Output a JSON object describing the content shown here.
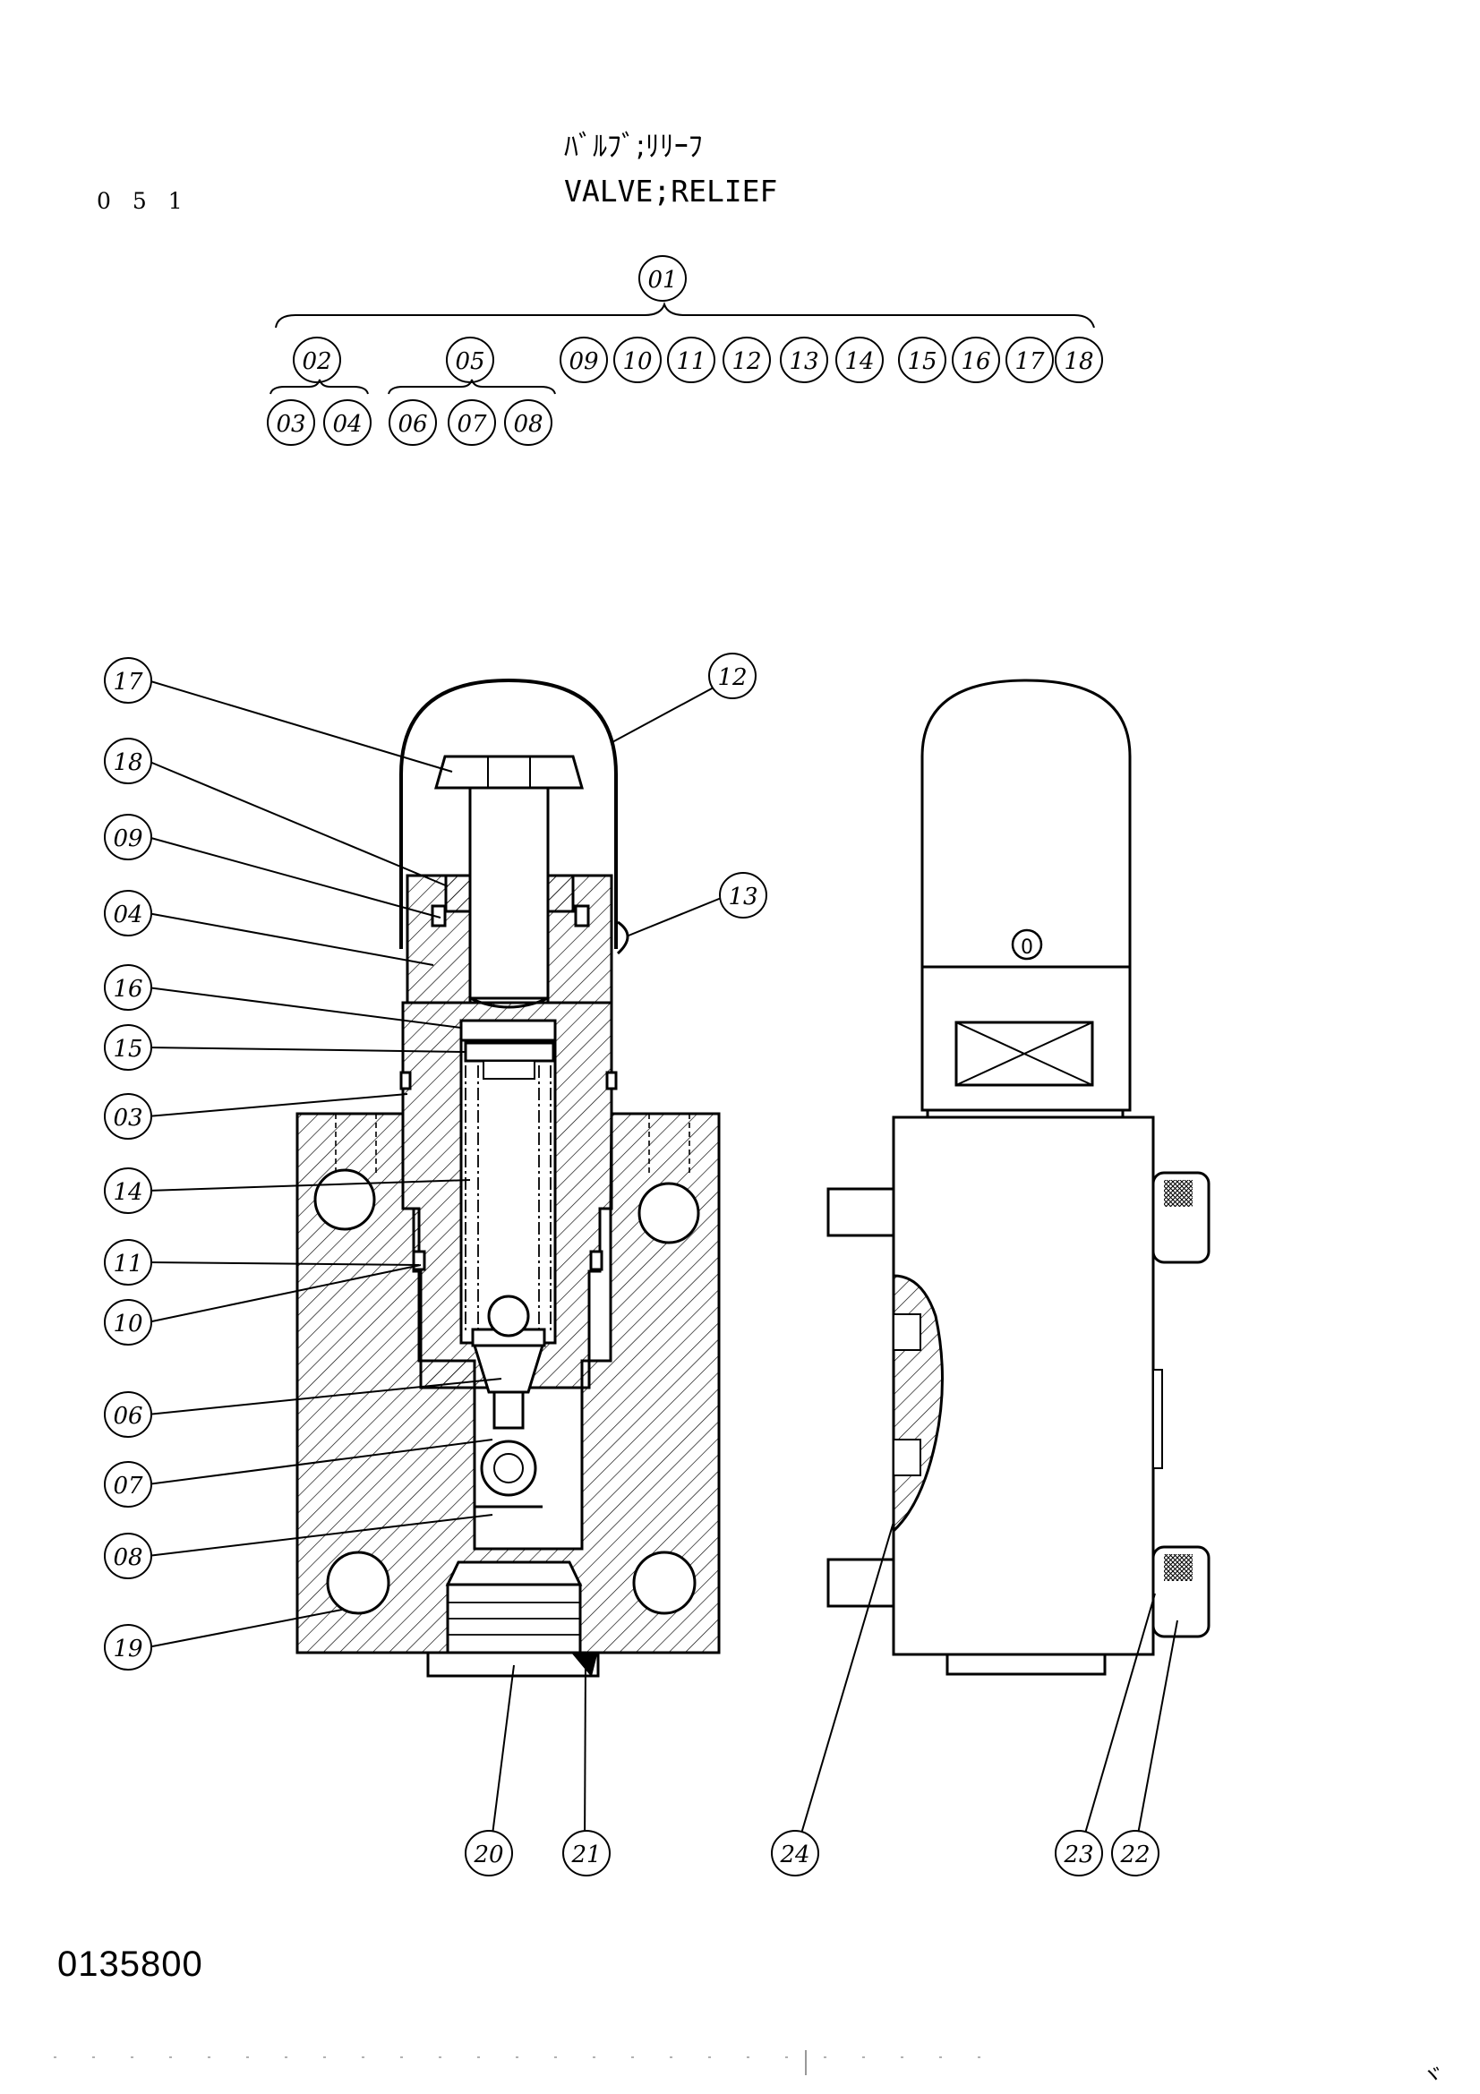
{
  "header": {
    "page_number": "0 5 1",
    "title_jp": "ﾊﾞﾙﾌﾞ;ﾘﾘｰﾌ",
    "title_en": "VALVE;RELIEF"
  },
  "footer": {
    "reference_code": "0135800",
    "corner_mark": "ヾ"
  },
  "tree": {
    "root": "01",
    "sub_assembly_a": {
      "parent": "02",
      "children": [
        "03",
        "04"
      ]
    },
    "sub_assembly_b": {
      "parent": "05",
      "children": [
        "06",
        "07",
        "08"
      ]
    },
    "parts": [
      "09",
      "10",
      "11",
      "12",
      "13",
      "14",
      "15",
      "16",
      "17",
      "18"
    ]
  },
  "callouts": {
    "c17": "17",
    "c18": "18",
    "c09": "09",
    "c04": "04",
    "c16": "16",
    "c15": "15",
    "c03": "03",
    "c14": "14",
    "c11": "11",
    "c10": "10",
    "c06": "06",
    "c07": "07",
    "c08": "08",
    "c19": "19",
    "c12": "12",
    "c13": "13",
    "c20": "20",
    "c21": "21",
    "c24": "24",
    "c23": "23",
    "c22": "22"
  },
  "side_view": {
    "cap_marking": "0"
  },
  "colors": {
    "ink": "#000000",
    "paper": "#ffffff"
  }
}
